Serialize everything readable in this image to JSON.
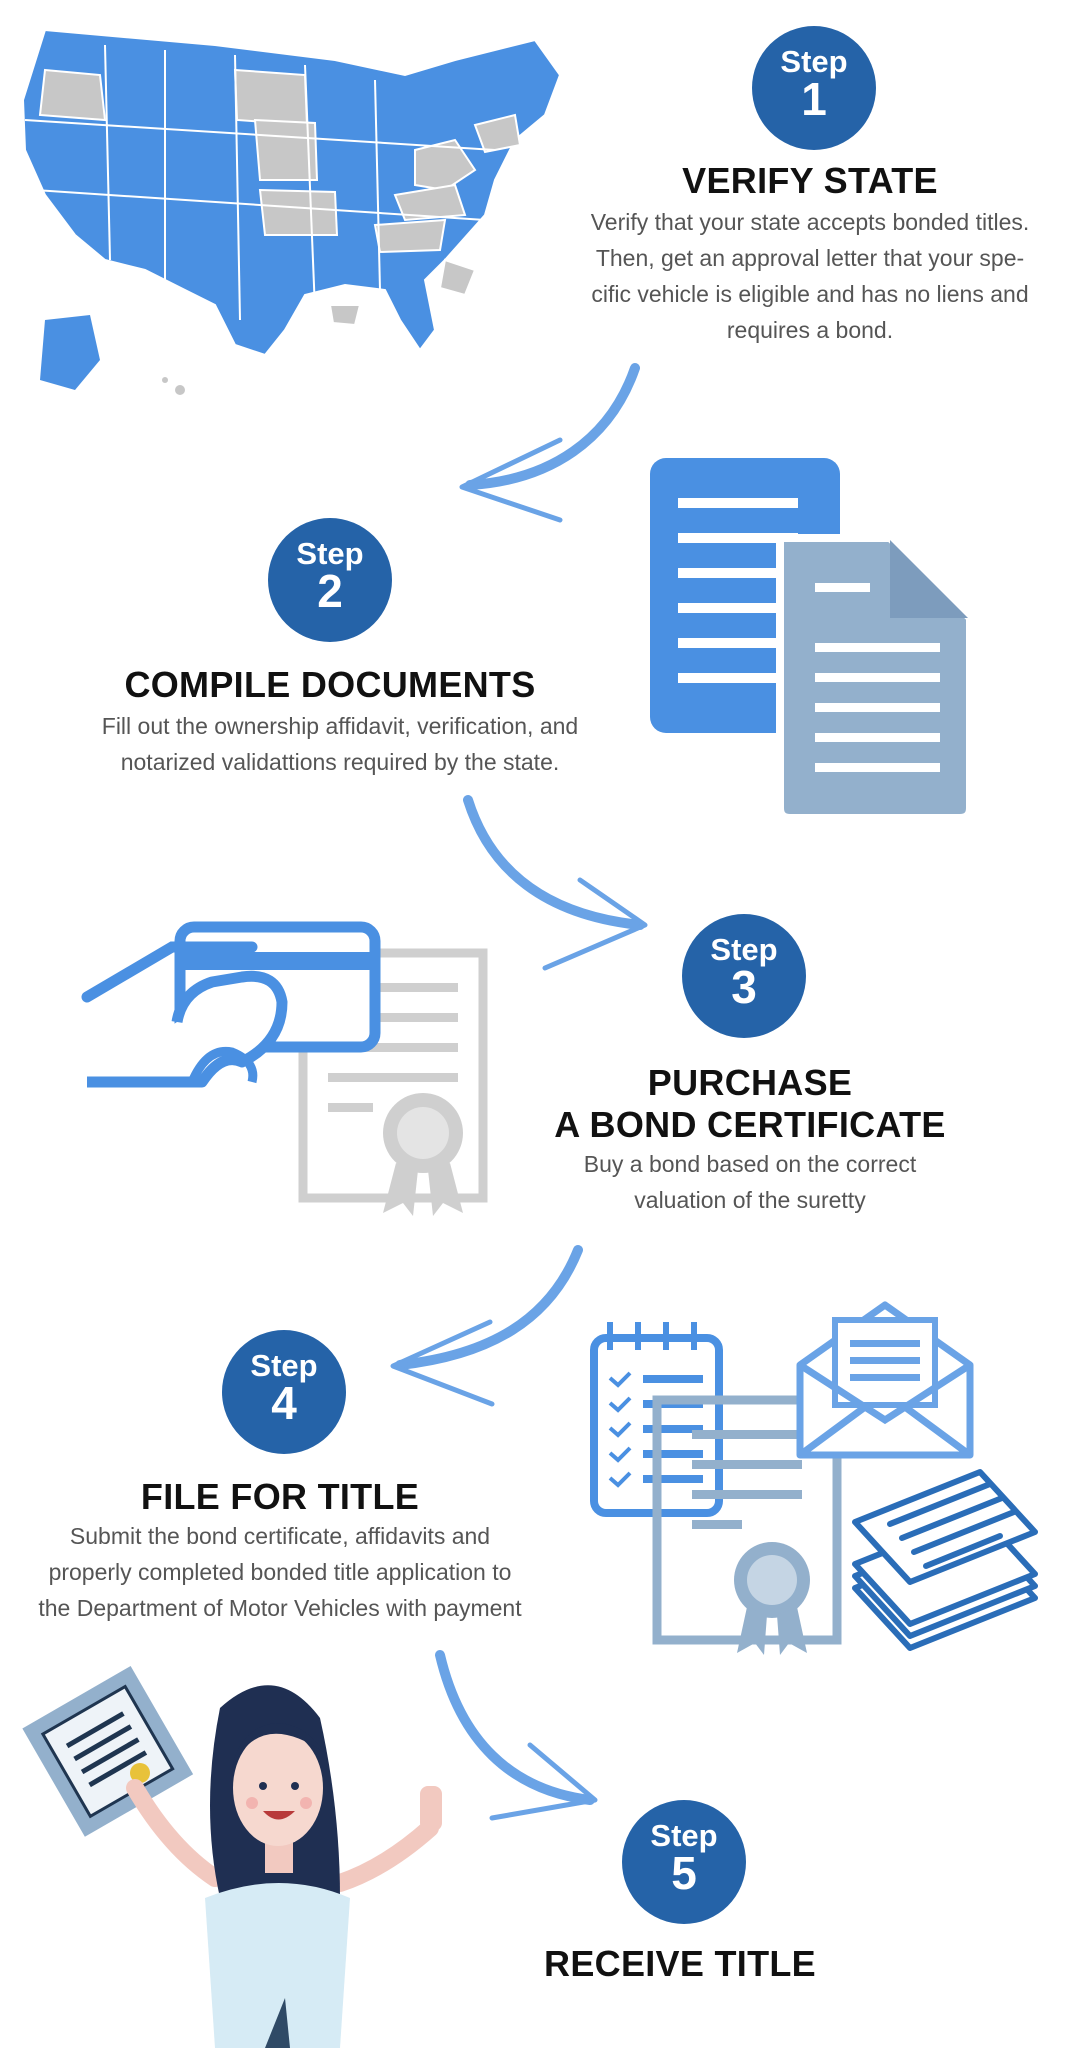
{
  "colors": {
    "accent": "#2563a8",
    "blue": "#4a90e2",
    "gray_blue": "#93b0cc",
    "light_gray": "#c9c9c9"
  },
  "steps": [
    {
      "word": "Step",
      "number": "1",
      "title_lines": [
        "VERIFY STATE"
      ],
      "desc_lines": [
        "Verify that your state accepts bonded titles.",
        "Then, get an approval letter that your spe-",
        "cific vehicle is eligible and has no liens and",
        "requires a bond."
      ]
    },
    {
      "word": "Step",
      "number": "2",
      "title_lines": [
        "COMPILE DOCUMENTS"
      ],
      "desc_lines": [
        "Fill out the ownership affidavit, verification, and",
        "notarized validattions required by the state."
      ]
    },
    {
      "word": "Step",
      "number": "3",
      "title_lines": [
        "PURCHASE",
        "A BOND CERTIFICATE"
      ],
      "desc_lines": [
        "Buy a bond based on the correct",
        "valuation of the suretty"
      ]
    },
    {
      "word": "Step",
      "number": "4",
      "title_lines": [
        "FILE FOR TITLE"
      ],
      "desc_lines": [
        "Submit the bond certificate, affidavits and",
        "properly completed bonded title application to",
        "the Department of Motor Vehicles with payment"
      ]
    },
    {
      "word": "Step",
      "number": "5",
      "title_lines": [
        "RECEIVE TITLE"
      ],
      "desc_lines": []
    }
  ],
  "icons": [
    "usa-map-icon",
    "documents-icon",
    "credit-card-hand-icon",
    "certificate-icon",
    "checklist-icon",
    "envelope-icon",
    "paper-stack-icon",
    "woman-holding-title-icon",
    "arrow-icon"
  ]
}
